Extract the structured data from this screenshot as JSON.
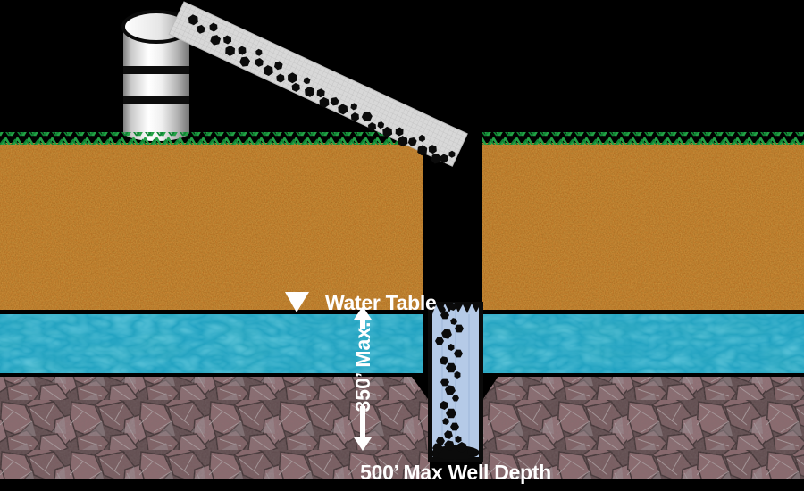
{
  "diagram": {
    "labels": {
      "water_table": "Water Table",
      "max_water_depth": "350’ Max.",
      "max_well_depth": "500’ Max Well Depth"
    },
    "colors": {
      "background": "#000000",
      "soil": "#b06016",
      "grass": "#23a145",
      "water": "#1b9fc2",
      "rock": "#8c6a6d",
      "well_casing": "#b5cae7",
      "chute": "#d8d8d8",
      "tank": "#e8e8e8",
      "gravel": "#0b0b0b",
      "label_text": "#ffffff"
    },
    "icons": [
      "storage-tank-icon",
      "gravel-chute-icon",
      "water-table-triangle-icon",
      "up-arrow-icon",
      "down-arrow-icon"
    ]
  }
}
